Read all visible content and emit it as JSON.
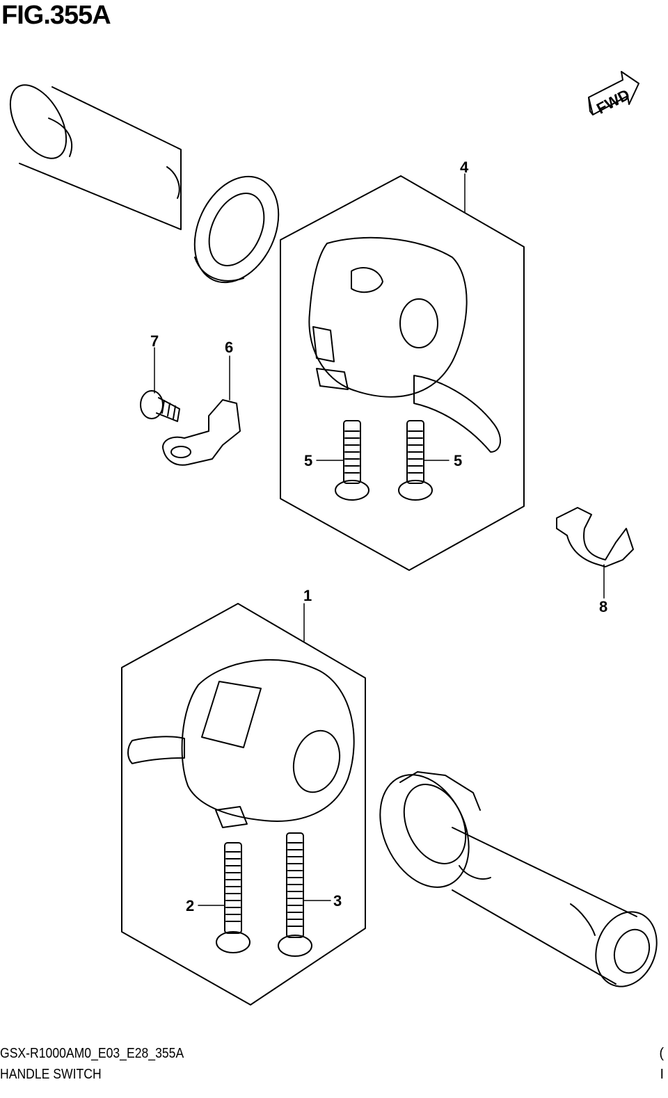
{
  "figure": {
    "title": "FIG.355A",
    "fwd_label": "FWD"
  },
  "callouts": [
    {
      "id": "1",
      "label": "1"
    },
    {
      "id": "2",
      "label": "2"
    },
    {
      "id": "3",
      "label": "3"
    },
    {
      "id": "4",
      "label": "4"
    },
    {
      "id": "5a",
      "label": "5"
    },
    {
      "id": "5b",
      "label": "5"
    },
    {
      "id": "6",
      "label": "6"
    },
    {
      "id": "7",
      "label": "7"
    },
    {
      "id": "8",
      "label": "8"
    }
  ],
  "footer": {
    "model_code": "GSX-R1000AM0_E03_E28_355A",
    "section_name": "HANDLE SWITCH",
    "right_mark_1": "(",
    "right_mark_2": "I"
  }
}
